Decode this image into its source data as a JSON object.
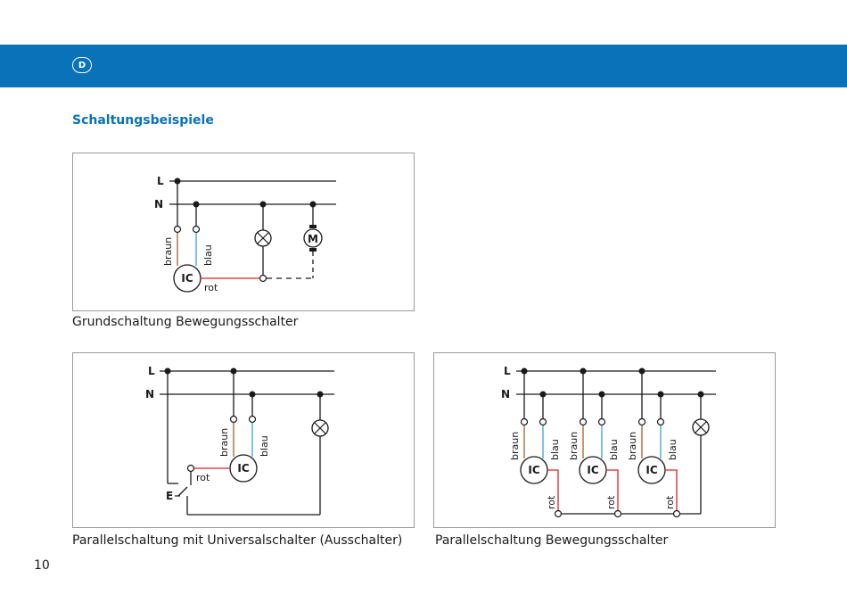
{
  "header": {
    "language_badge": "D"
  },
  "section": {
    "title": "Schaltungsbeispiele"
  },
  "diagrams": [
    {
      "caption": "Grundschaltung Bewegungsschalter",
      "labels": {
        "line_l": "L",
        "line_n": "N",
        "wire_brown": "braun",
        "wire_blue": "blau",
        "wire_red": "rot",
        "ic": "IC",
        "motor": "M"
      }
    },
    {
      "caption": "Parallelschaltung mit Universalschalter (Ausschalter)",
      "labels": {
        "line_l": "L",
        "line_n": "N",
        "wire_brown": "braun",
        "wire_blue": "blau",
        "wire_red": "rot",
        "ic": "IC",
        "switch": "E"
      }
    },
    {
      "caption": "Parallelschaltung Bewegungsschalter",
      "labels": {
        "line_l": "L",
        "line_n": "N",
        "wire_brown": "braun",
        "wire_blue": "blau",
        "wire_red": "rot",
        "ic": "IC"
      }
    }
  ],
  "footer": {
    "page_number": "10"
  },
  "colors": {
    "brand_blue": "#0a72b8",
    "wire_brown": "#a0642a",
    "wire_blue": "#3aa0d8",
    "wire_red": "#e0202a",
    "line": "#1a1a1a"
  }
}
